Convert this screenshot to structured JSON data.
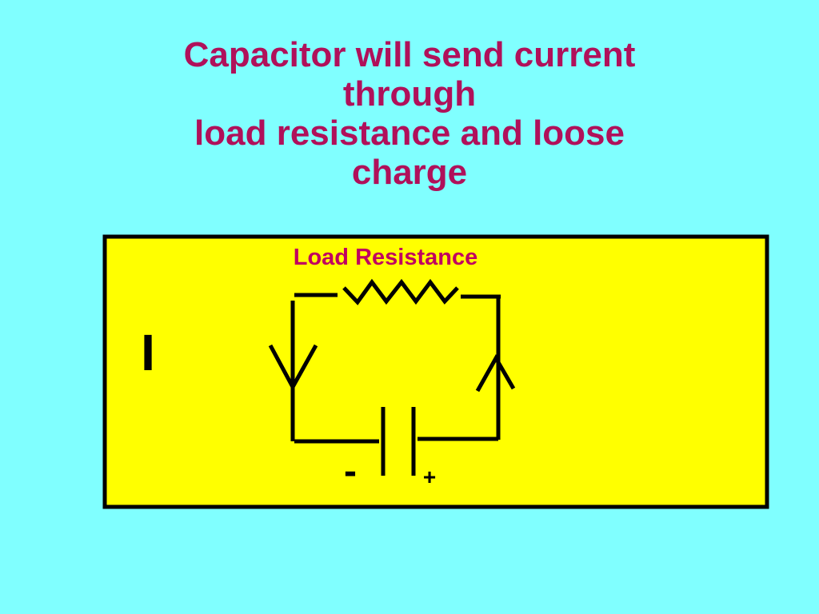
{
  "slide": {
    "title_lines": [
      "Capacitor will  send current",
      "through",
      "load resistance and loose",
      "charge"
    ]
  },
  "diagram": {
    "resistor_label": "Load Resistance",
    "current_label": "I",
    "negative_label": "-",
    "positive_label": "+"
  },
  "colors": {
    "background": "#80FFFF",
    "title": "#B0105A",
    "panel_fill": "#FFFF00",
    "panel_border": "#000000",
    "circuit": "#000000",
    "resistor_label": "#C00060"
  }
}
